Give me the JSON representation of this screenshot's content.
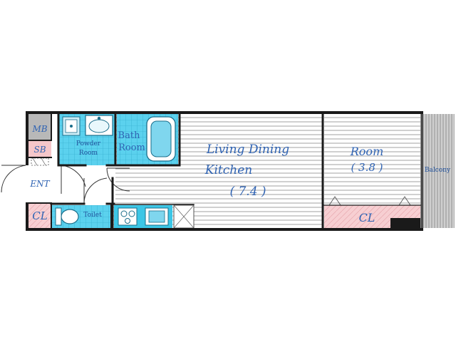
{
  "rooms": {
    "mb": "MB",
    "sb": "SB",
    "ent": "ENT",
    "cl_entry": "CL",
    "powder_1": "Powder",
    "powder_2": "Room",
    "bath_1": "Bath",
    "bath_2": "Room",
    "toilet": "Toilet",
    "ldk_1": "Living Dining",
    "ldk_2": "Kitchen",
    "ldk_size": "( 7.4 )",
    "room_1": "Room",
    "room_size": "( 3.8 )",
    "cl_room": "CL",
    "balcony": "Balcony"
  },
  "colors": {
    "wall": "#1a1a1a",
    "wet_area": "#3cc6e6",
    "storage": "#f5c6c9",
    "utility": "#b0b0b0",
    "label": "#2f63b3",
    "balcony": "#c9c9c9"
  }
}
